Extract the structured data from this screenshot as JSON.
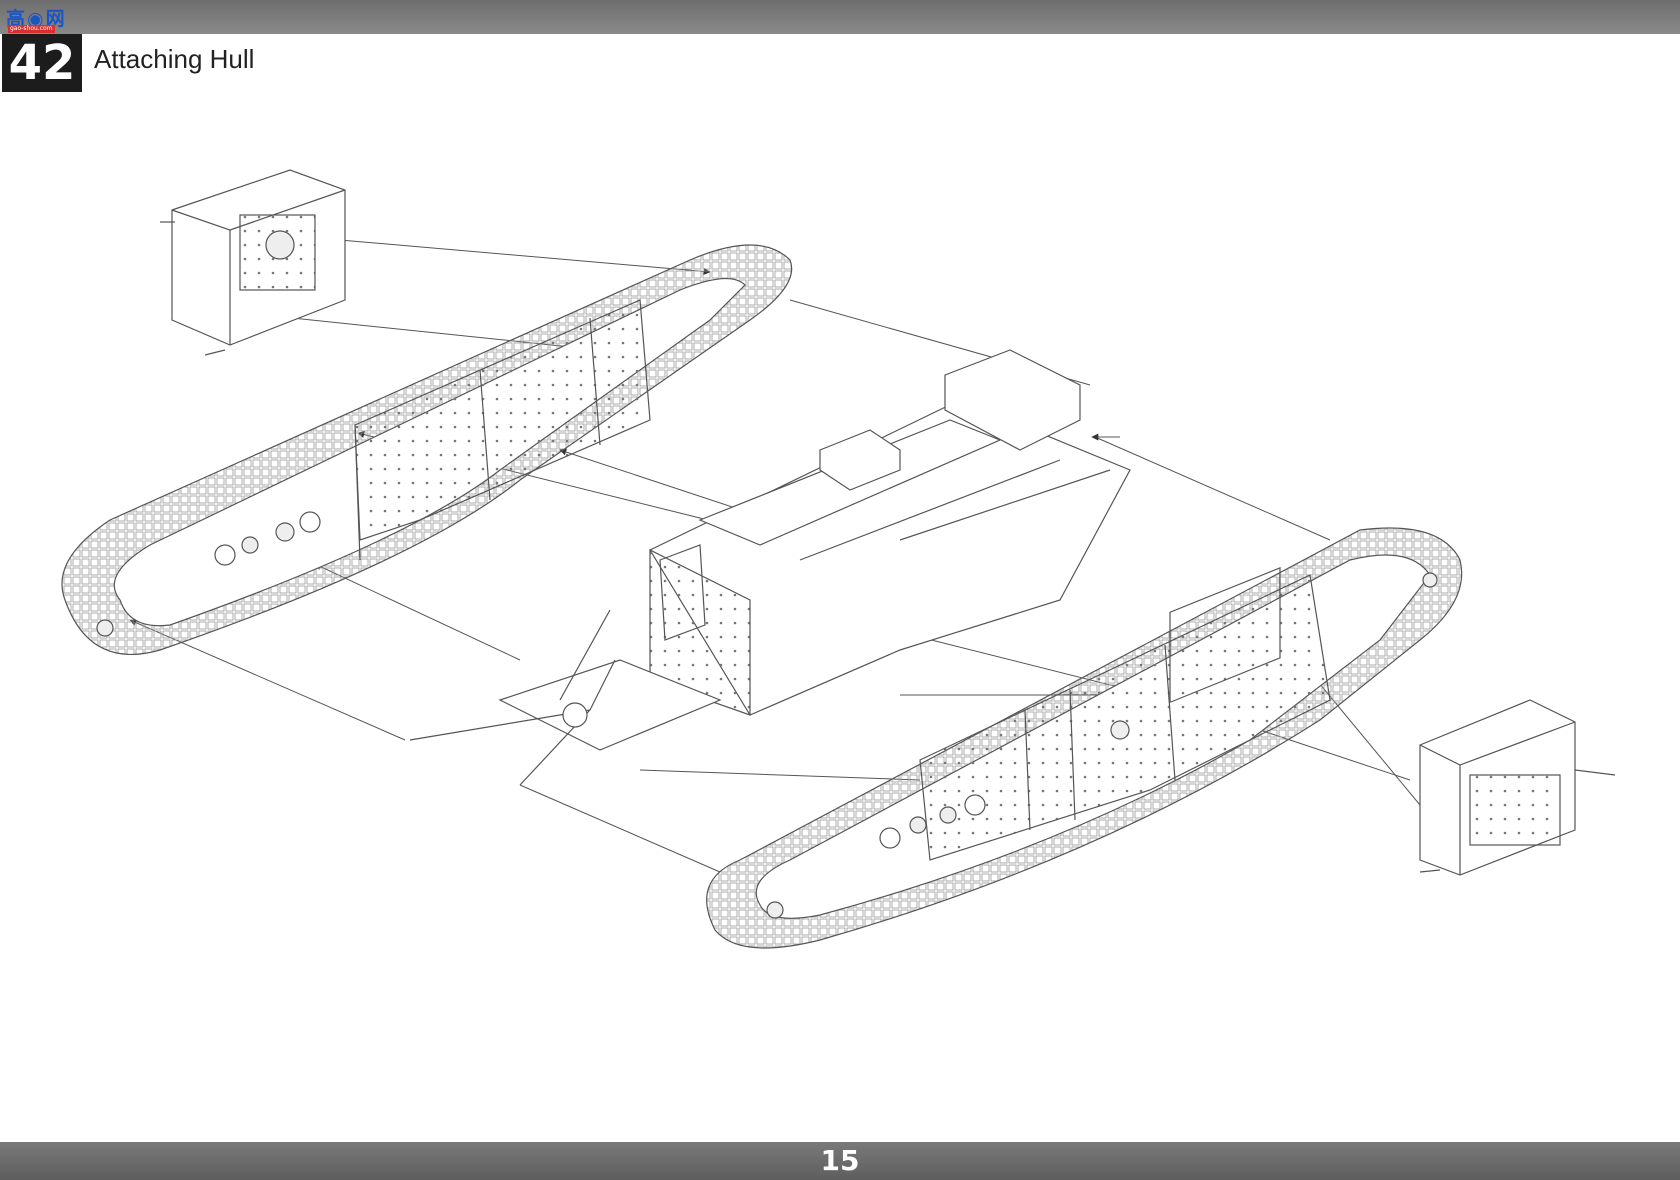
{
  "header": {
    "watermark_title": "高◉网",
    "watermark_url": "gao-shou.com",
    "step_number": "42",
    "step_title": "Attaching Hull"
  },
  "footer": {
    "page_number": "15"
  },
  "colors": {
    "bar": "#6e6e6e",
    "step_box": "#1c1c1c",
    "line_art": "#555555"
  }
}
